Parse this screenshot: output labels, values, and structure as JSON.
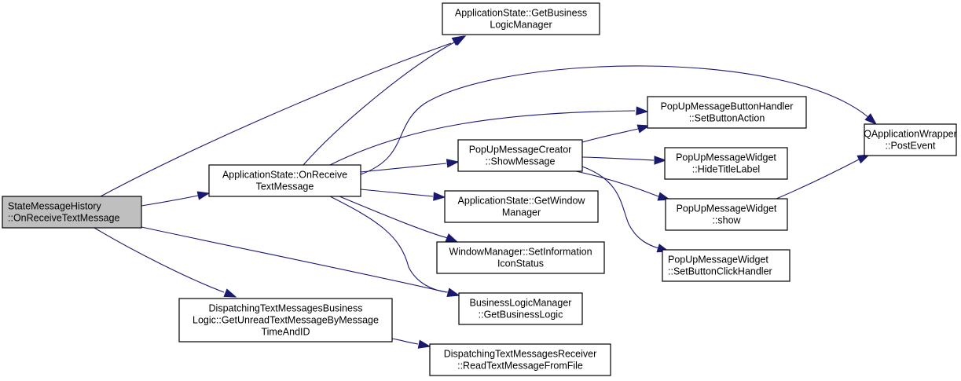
{
  "diagram": {
    "type": "call-graph",
    "colors": {
      "edge": "#191970",
      "node_border": "#000000",
      "node_fill": "#ffffff",
      "root_fill": "#bfbfbf"
    },
    "nodes": [
      {
        "id": "root",
        "lines": [
          "StateMessageHistory",
          "::OnReceiveTextMessage"
        ],
        "align": "left",
        "root": true
      },
      {
        "id": "as_onreceive",
        "lines": [
          "ApplicationState::OnReceive",
          "TextMessage"
        ],
        "align": "center"
      },
      {
        "id": "dtmbl_getunread",
        "lines": [
          "DispatchingTextMessagesBusiness",
          "Logic::GetUnreadTextMessageByMessage",
          "TimeAndID"
        ],
        "align": "center"
      },
      {
        "id": "as_getblm",
        "lines": [
          "ApplicationState::GetBusiness",
          "LogicManager"
        ],
        "align": "center"
      },
      {
        "id": "pumc_show",
        "lines": [
          "PopUpMessageCreator",
          "::ShowMessage"
        ],
        "align": "center"
      },
      {
        "id": "as_getwm",
        "lines": [
          "ApplicationState::GetWindow",
          "Manager"
        ],
        "align": "center"
      },
      {
        "id": "wm_seticon",
        "lines": [
          "WindowManager::SetInformation",
          "IconStatus"
        ],
        "align": "center"
      },
      {
        "id": "blm_getbl",
        "lines": [
          "BusinessLogicManager",
          "::GetBusinessLogic"
        ],
        "align": "center"
      },
      {
        "id": "dtmr_read",
        "lines": [
          "DispatchingTextMessagesReceiver",
          "::ReadTextMessageFromFile"
        ],
        "align": "center"
      },
      {
        "id": "pumbh_setaction",
        "lines": [
          "PopUpMessageButtonHandler",
          "::SetButtonAction"
        ],
        "align": "center"
      },
      {
        "id": "pumw_hidetitle",
        "lines": [
          "PopUpMessageWidget",
          "::HideTitleLabel"
        ],
        "align": "center"
      },
      {
        "id": "pumw_show",
        "lines": [
          "PopUpMessageWidget",
          "::show"
        ],
        "align": "center"
      },
      {
        "id": "pumw_setclick",
        "lines": [
          "PopUpMessageWidget",
          "::SetButtonClickHandler"
        ],
        "align": "left"
      },
      {
        "id": "qaw_post",
        "lines": [
          "QApplicationWrapper",
          "::PostEvent"
        ],
        "align": "center"
      }
    ],
    "edges": [
      {
        "from": "root",
        "to": "as_getblm"
      },
      {
        "from": "root",
        "to": "as_onreceive"
      },
      {
        "from": "root",
        "to": "blm_getbl"
      },
      {
        "from": "root",
        "to": "dtmbl_getunread"
      },
      {
        "from": "as_onreceive",
        "to": "as_getblm"
      },
      {
        "from": "as_onreceive",
        "to": "qaw_post"
      },
      {
        "from": "as_onreceive",
        "to": "pumbh_setaction"
      },
      {
        "from": "as_onreceive",
        "to": "pumc_show"
      },
      {
        "from": "as_onreceive",
        "to": "as_getwm"
      },
      {
        "from": "as_onreceive",
        "to": "wm_seticon"
      },
      {
        "from": "as_onreceive",
        "to": "blm_getbl"
      },
      {
        "from": "pumc_show",
        "to": "pumbh_setaction"
      },
      {
        "from": "pumc_show",
        "to": "pumw_hidetitle"
      },
      {
        "from": "pumc_show",
        "to": "pumw_show"
      },
      {
        "from": "pumc_show",
        "to": "pumw_setclick"
      },
      {
        "from": "pumw_show",
        "to": "qaw_post"
      },
      {
        "from": "dtmbl_getunread",
        "to": "dtmr_read"
      }
    ]
  }
}
